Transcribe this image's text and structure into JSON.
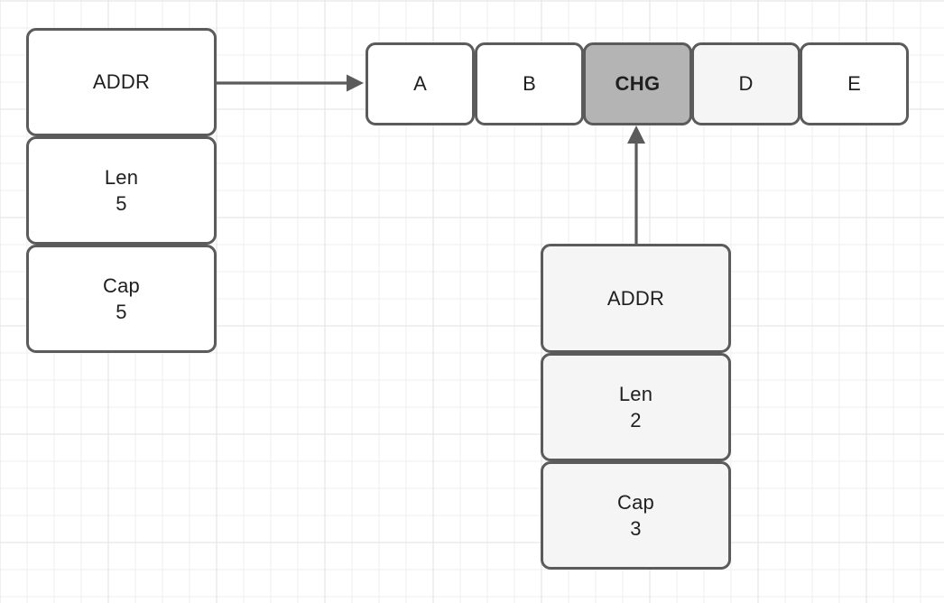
{
  "diagram": {
    "type": "slice-memory-layout",
    "background": {
      "grid": true,
      "minor_grid_color": "#efefef",
      "major_grid_color": "#e2e2e2"
    },
    "palette": {
      "stroke": "#5b5b5b",
      "text": "#1f1f1f",
      "white_fill": "#ffffff",
      "offwhite_fill": "#f5f5f5",
      "gray_fill": "#b4b4b4"
    },
    "left_stack": {
      "name": "first-slice-header",
      "fill": "#ffffff",
      "fields": [
        {
          "label": "ADDR",
          "value": ""
        },
        {
          "label": "Len",
          "value": "5"
        },
        {
          "label": "Cap",
          "value": "5"
        }
      ]
    },
    "array": {
      "name": "backing-array",
      "cells": [
        {
          "label": "A",
          "fill": "white",
          "emphasis": false
        },
        {
          "label": "B",
          "fill": "white",
          "emphasis": false
        },
        {
          "label": "CHG",
          "fill": "gray",
          "emphasis": true
        },
        {
          "label": "D",
          "fill": "offwhite",
          "emphasis": false
        },
        {
          "label": "E",
          "fill": "white",
          "emphasis": false
        }
      ]
    },
    "bottom_stack": {
      "name": "second-slice-header",
      "fill": "#f5f5f5",
      "fields": [
        {
          "label": "ADDR",
          "value": ""
        },
        {
          "label": "Len",
          "value": "2"
        },
        {
          "label": "Cap",
          "value": "3"
        }
      ]
    },
    "arrows": [
      {
        "name": "arrow-first-addr-to-cell-a",
        "from": "left_stack.ADDR",
        "to": "array.cell.A",
        "direction": "right"
      },
      {
        "name": "arrow-second-addr-to-cell-chg",
        "from": "bottom_stack.ADDR",
        "to": "array.cell.CHG",
        "direction": "up"
      }
    ]
  }
}
